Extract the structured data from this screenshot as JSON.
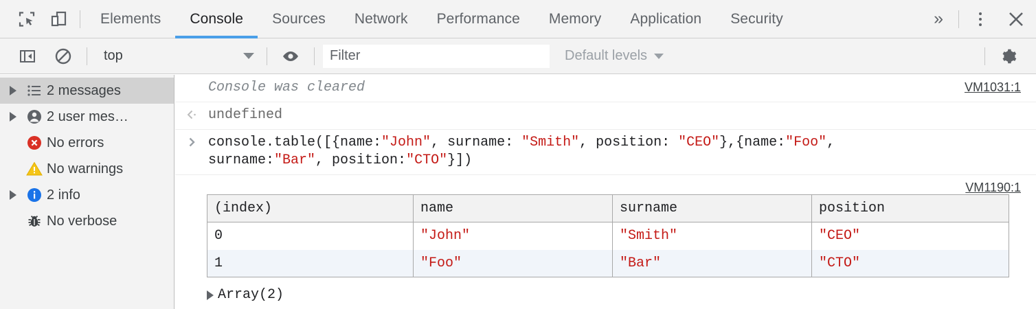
{
  "toolbar": {
    "inspect_icon": "inspect-element-icon",
    "device_icon": "device-toolbar-icon",
    "more_tabs_label": "»",
    "kebab_icon": "more-options-icon",
    "close_icon": "close-icon",
    "tabs": [
      {
        "label": "Elements",
        "active": false
      },
      {
        "label": "Console",
        "active": true
      },
      {
        "label": "Sources",
        "active": false
      },
      {
        "label": "Network",
        "active": false
      },
      {
        "label": "Performance",
        "active": false
      },
      {
        "label": "Memory",
        "active": false
      },
      {
        "label": "Application",
        "active": false
      },
      {
        "label": "Security",
        "active": false
      }
    ],
    "active_tab_color": "#4a9fe8"
  },
  "filterbar": {
    "sidebar_toggle_icon": "show-console-sidebar-icon",
    "clear_icon": "clear-console-icon",
    "context_value": "top",
    "eye_icon": "create-live-expression-icon",
    "filter_value": "",
    "filter_placeholder": "Filter",
    "levels_label": "Default levels",
    "settings_icon": "gear-icon"
  },
  "sidebar": {
    "items": [
      {
        "label": "2 messages",
        "icon": "list-icon",
        "expandable": true,
        "selected": true
      },
      {
        "label": "2 user mes…",
        "icon": "person-icon",
        "expandable": true,
        "selected": false
      },
      {
        "label": "No errors",
        "icon": "error-icon",
        "expandable": false,
        "selected": false
      },
      {
        "label": "No warnings",
        "icon": "warning-icon",
        "expandable": false,
        "selected": false
      },
      {
        "label": "2 info",
        "icon": "info-icon",
        "expandable": true,
        "selected": false
      },
      {
        "label": "No verbose",
        "icon": "bug-icon",
        "expandable": false,
        "selected": false
      }
    ],
    "colors": {
      "error": "#d93025",
      "warning": "#f5c518",
      "info": "#1a73e8",
      "selected_bg": "#d2d2d2"
    }
  },
  "console": {
    "cleared_message": "Console was cleared",
    "cleared_source": "VM1031:1",
    "result_prefix_icon": "result-arrow-icon",
    "result_value": "undefined",
    "prompt_icon": "input-prompt-icon",
    "command_parts": [
      {
        "text": "console.table([{name:",
        "type": "code"
      },
      {
        "text": "\"John\"",
        "type": "string"
      },
      {
        "text": ", surname: ",
        "type": "code"
      },
      {
        "text": "\"Smith\"",
        "type": "string"
      },
      {
        "text": ", position: ",
        "type": "code"
      },
      {
        "text": "\"CEO\"",
        "type": "string"
      },
      {
        "text": "},{name:",
        "type": "code"
      },
      {
        "text": "\"Foo\"",
        "type": "string"
      },
      {
        "text": ",\nsurname:",
        "type": "code"
      },
      {
        "text": "\"Bar\"",
        "type": "string"
      },
      {
        "text": ", position:",
        "type": "code"
      },
      {
        "text": "\"CTO\"",
        "type": "string"
      },
      {
        "text": "}])",
        "type": "code"
      }
    ],
    "table_source": "VM1190:1",
    "array_expand_icon": "disclosure-triangle-icon",
    "array_label": "Array(2)",
    "string_color": "#c41a16"
  },
  "chart_data": {
    "type": "table",
    "title": "console.table output",
    "columns": [
      "(index)",
      "name",
      "surname",
      "position"
    ],
    "rows": [
      [
        "0",
        "\"John\"",
        "\"Smith\"",
        "\"CEO\""
      ],
      [
        "1",
        "\"Foo\"",
        "\"Bar\"",
        "\"CTO\""
      ]
    ]
  }
}
